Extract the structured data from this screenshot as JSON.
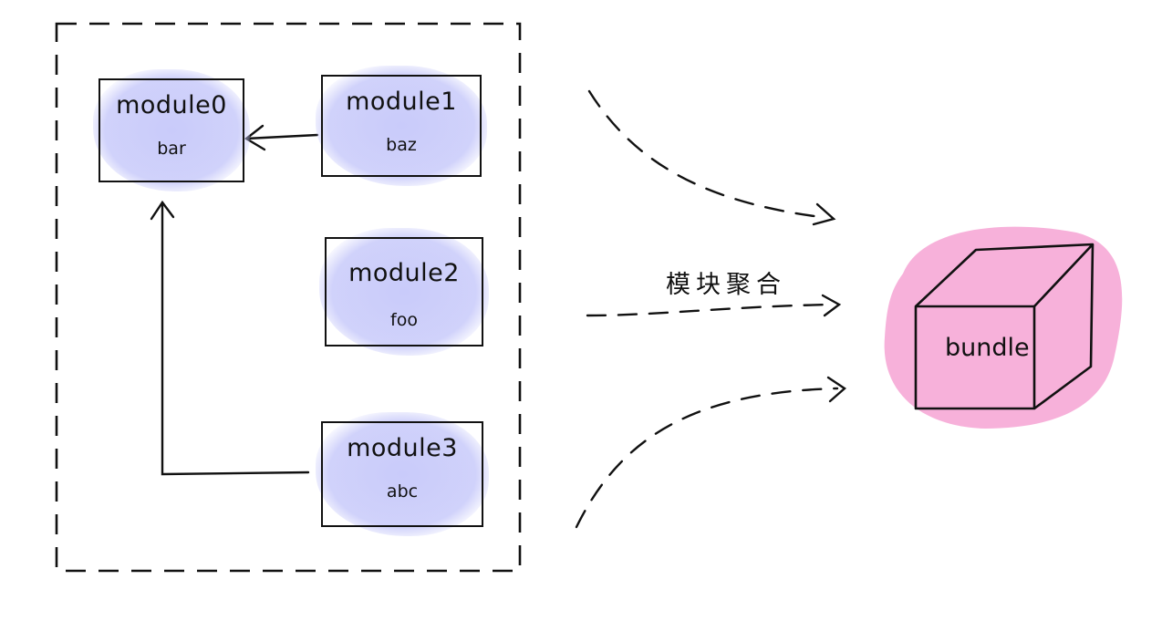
{
  "modules": [
    {
      "name": "module0",
      "value": "bar"
    },
    {
      "name": "module1",
      "value": "baz"
    },
    {
      "name": "module2",
      "value": "foo"
    },
    {
      "name": "module3",
      "value": "abc"
    }
  ],
  "aggregation_label": "模块聚合",
  "bundle_label": "bundle",
  "colors": {
    "module_fill": "#c8c9f8",
    "bundle_fill": "#f6a9d6",
    "stroke": "#111111"
  }
}
